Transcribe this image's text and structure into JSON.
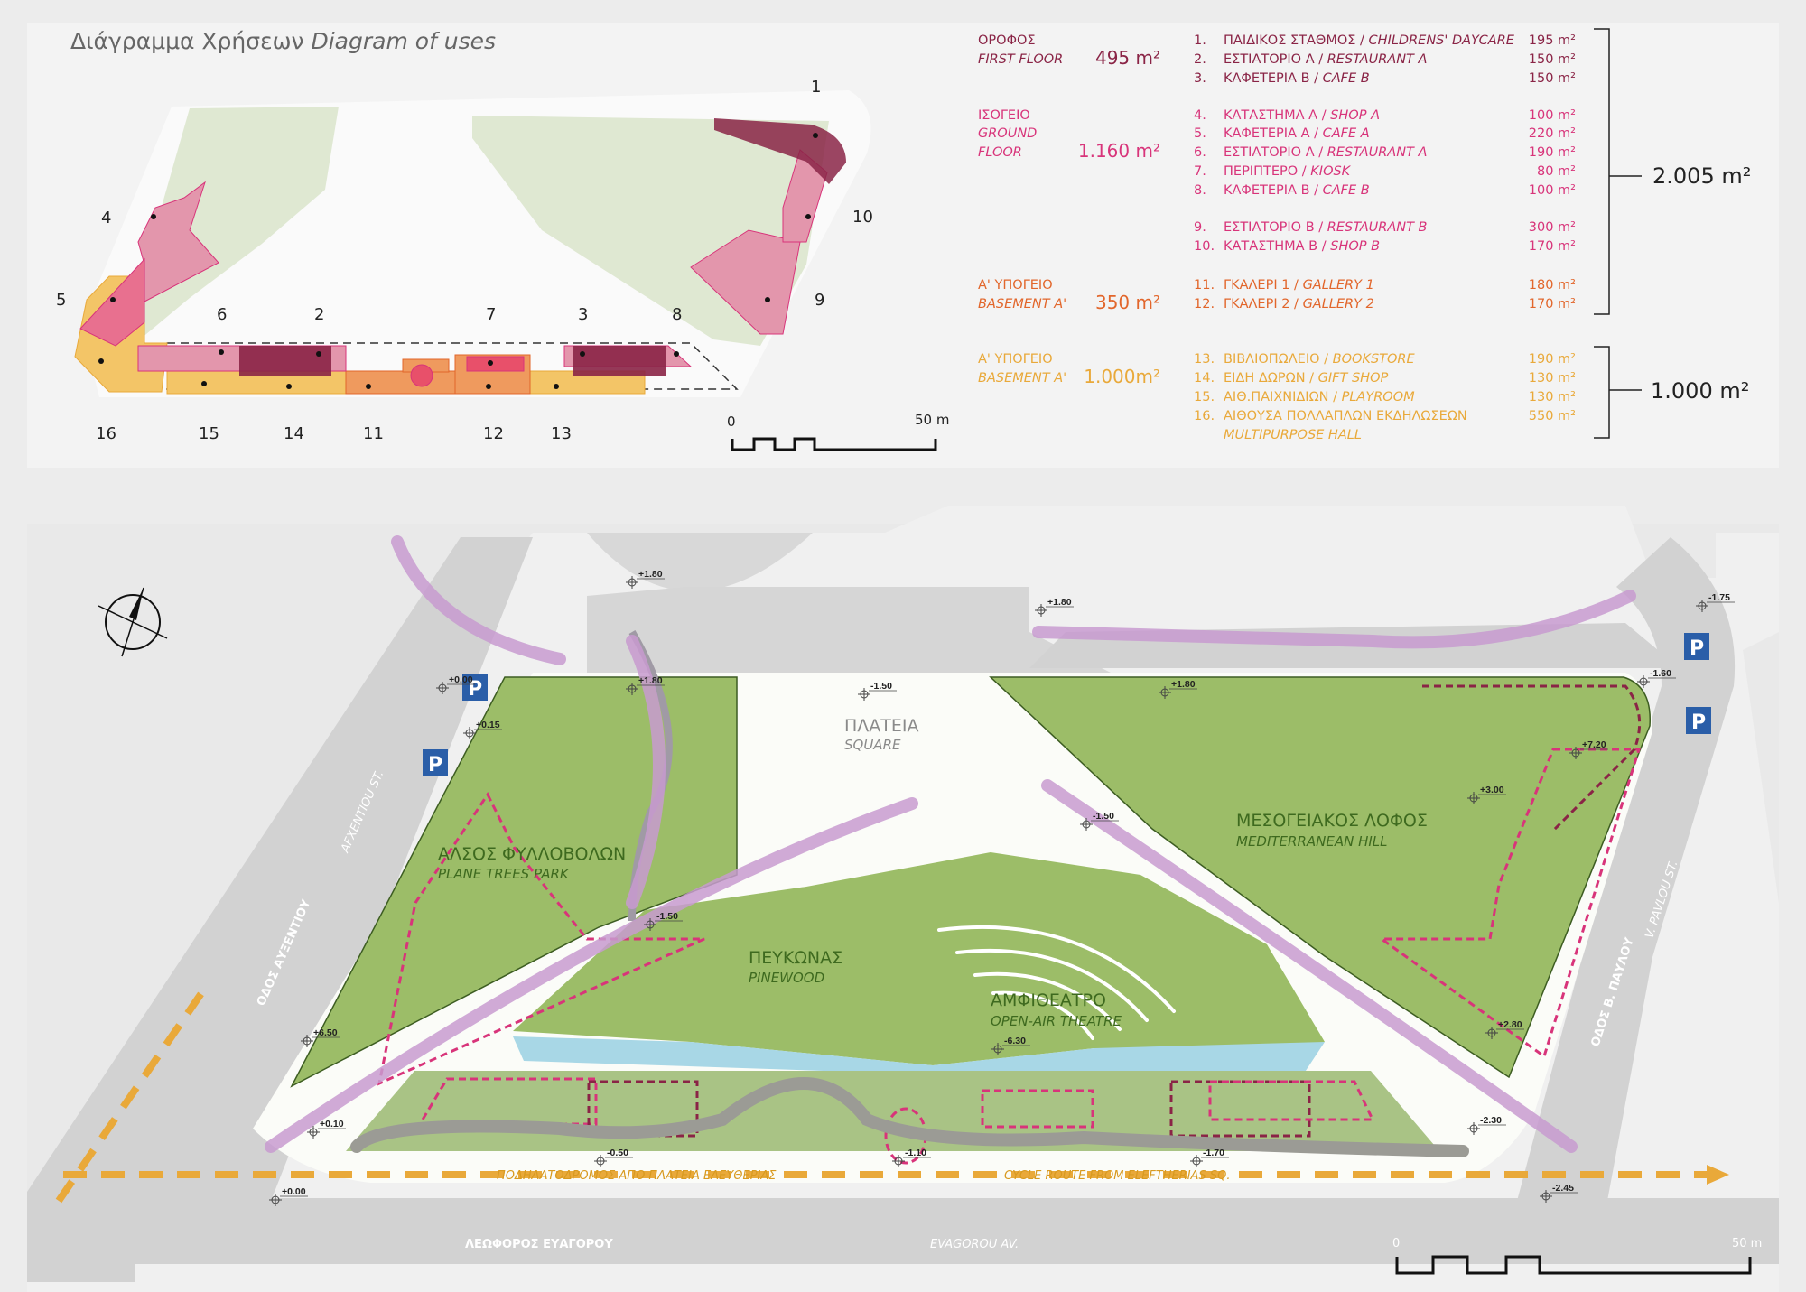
{
  "title": {
    "greek": "Διάγραμμα Χρήσεων",
    "english": "Diagram of uses"
  },
  "colors": {
    "first_floor": "#8a2446",
    "ground_floor": "#d8347a",
    "basement_a": "#e2662b",
    "basement_b": "#e9a93a",
    "park_green": "#9cbd68",
    "route_purple": "#c89bd0",
    "cycle_orange": "#e9a93a",
    "parking_blue": "#2a5ea8"
  },
  "legend": {
    "groups": [
      {
        "greek": "ΟΡΟΦΟΣ",
        "english": "FIRST FLOOR",
        "area": "495 m²",
        "color": "#8a2446"
      },
      {
        "greek": "ΙΣΟΓΕΙΟ",
        "english": "GROUND",
        "english2": "FLOOR",
        "area": "1.160 m²",
        "color": "#d8347a"
      },
      {
        "greek": "Α' ΥΠΟΓΕΙΟ",
        "english": "BASEMENT A'",
        "area": "350 m²",
        "color": "#e2662b"
      },
      {
        "greek": "Α' ΥΠΟΓΕΙΟ",
        "english": "BASEMENT A'",
        "area": "1.000m²",
        "color": "#e9a93a"
      }
    ],
    "items": [
      {
        "n": "1.",
        "greek": "ΠΑΙΔΙΚΟΣ ΣΤΑΘΜΟΣ",
        "english": "CHILDRENS' DAYCARE",
        "area": "195 m²",
        "group": 0
      },
      {
        "n": "2.",
        "greek": "ΕΣΤΙΑΤΟΡΙΟ Α",
        "english": "RESTAURANT A",
        "area": "150 m²",
        "group": 0
      },
      {
        "n": "3.",
        "greek": "ΚΑΦΕΤΕΡΙΑ Β",
        "english": "CAFE B",
        "area": "150 m²",
        "group": 0
      },
      {
        "n": "4.",
        "greek": "ΚΑΤΑΣΤΗΜΑ Α",
        "english": "SHOP A",
        "area": "100 m²",
        "group": 1
      },
      {
        "n": "5.",
        "greek": "ΚΑΦΕΤΕΡΙΑ Α",
        "english": "CAFE A",
        "area": "220 m²",
        "group": 1
      },
      {
        "n": "6.",
        "greek": "ΕΣΤΙΑΤΟΡΙΟ Α",
        "english": "RESTAURANT A",
        "area": "190 m²",
        "group": 1
      },
      {
        "n": "7.",
        "greek": "ΠΕΡΙΠΤΕΡΟ",
        "english": "KIOSK",
        "area": "80 m²",
        "group": 1
      },
      {
        "n": "8.",
        "greek": "ΚΑΦΕΤΕΡΙΑ Β",
        "english": "CAFE B",
        "area": "100 m²",
        "group": 1
      },
      {
        "n": "9.",
        "greek": "ΕΣΤΙΑΤΟΡΙΟ Β",
        "english": "RESTAURANT B",
        "area": "300 m²",
        "group": 1
      },
      {
        "n": "10.",
        "greek": "ΚΑΤΑΣΤΗΜΑ Β",
        "english": "SHOP B",
        "area": "170 m²",
        "group": 1
      },
      {
        "n": "11.",
        "greek": "ΓΚΑΛΕΡΙ 1",
        "english": "GALLERY 1",
        "area": "180 m²",
        "group": 2
      },
      {
        "n": "12.",
        "greek": "ΓΚΑΛΕΡΙ 2",
        "english": "GALLERY 2",
        "area": "170 m²",
        "group": 2
      },
      {
        "n": "13.",
        "greek": "ΒΙΒΛΙΟΠΩΛΕΙΟ",
        "english": "BOOKSTORE",
        "area": "190 m²",
        "group": 3
      },
      {
        "n": "14.",
        "greek": "ΕΙΔΗ ΔΩΡΩΝ",
        "english": "GIFT SHOP",
        "area": "130 m²",
        "group": 3
      },
      {
        "n": "15.",
        "greek": "ΑΙΘ.ΠΑΙΧΝΙΔΙΩΝ",
        "english": "PLAYROOM",
        "area": "130 m²",
        "group": 3
      },
      {
        "n": "16.",
        "greek": "ΑΙΘΟΥΣΑ ΠΟΛΛΑΠΛΩΝ ΕΚΔΗΛΩΣΕΩΝ",
        "english": "MULTIPURPOSE HALL",
        "area": "550 m²",
        "group": 3
      }
    ],
    "totals": [
      "2.005 m²",
      "1.000 m²"
    ]
  },
  "diagram_numbers": [
    "1",
    "4",
    "10",
    "5",
    "6",
    "2",
    "7",
    "3",
    "8",
    "9",
    "16",
    "15",
    "14",
    "11",
    "12",
    "13"
  ],
  "scale_top": {
    "zero": "0",
    "end": "50 m"
  },
  "scale_bottom": {
    "zero": "0",
    "end": "50 m"
  },
  "zones": [
    {
      "greek": "ΠΛΑΤΕΙΑ",
      "english": "SQUARE"
    },
    {
      "greek": "ΑΛΣΟΣ ΦΥΛΛΟΒΟΛΩΝ",
      "english": "PLANE TREES PARK"
    },
    {
      "greek": "ΠΕΥΚΩΝΑΣ",
      "english": "PINEWOOD"
    },
    {
      "greek": "ΑΜΦΙΘΕΑΤΡΟ",
      "english": "OPEN-AIR THEATRE"
    },
    {
      "greek": "ΜΕΣΟΓΕΙΑΚΟΣ ΛΟΦΟΣ",
      "english": "MEDITERRANEAN HILL"
    }
  ],
  "streets": {
    "afxentiou_gr": "ΟΔΟΣ ΑΥΞΕΝΤΙΟΥ",
    "afxentiou_en": "AFXENTIOU ST.",
    "pavlou_gr": "ΟΔΟΣ Β. ΠΑΥΛΟΥ",
    "pavlou_en": "V. PAVLOU ST.",
    "evagorou_gr": "ΛΕΩΦΟΡΟΣ ΕΥΑΓΟΡΟΥ",
    "evagorou_en": "EVAGOROU AV."
  },
  "cycle_route": {
    "greek": "ΠΟΔΗΛΑΤΟΔΡΟΜΟΣ ΑΠΟ ΠΛΑΤΕΙΑ ΕΛΕΥΘΕΡΙΑΣ",
    "english": "CYCLE ROUTE FROM ELEFTHERIAS SQ."
  },
  "parking_label": "P",
  "elevations": [
    "+1.80",
    "+1.80",
    "+0.00",
    "+0.15",
    "+1.80",
    "-1.50",
    "+1.80",
    "-1.75",
    "-1.60",
    "+7.20",
    "+3.00",
    "-1.50",
    "-1.50",
    "+6.50",
    "-6.30",
    "+2.80",
    "+0.10",
    "-0.50",
    "-1.10",
    "-1.70",
    "-2.30",
    "-2.45",
    "+0.00"
  ],
  "icons": {
    "north_arrow": "north-arrow-icon",
    "parking": "parking-icon",
    "elevation": "elevation-marker-icon"
  }
}
